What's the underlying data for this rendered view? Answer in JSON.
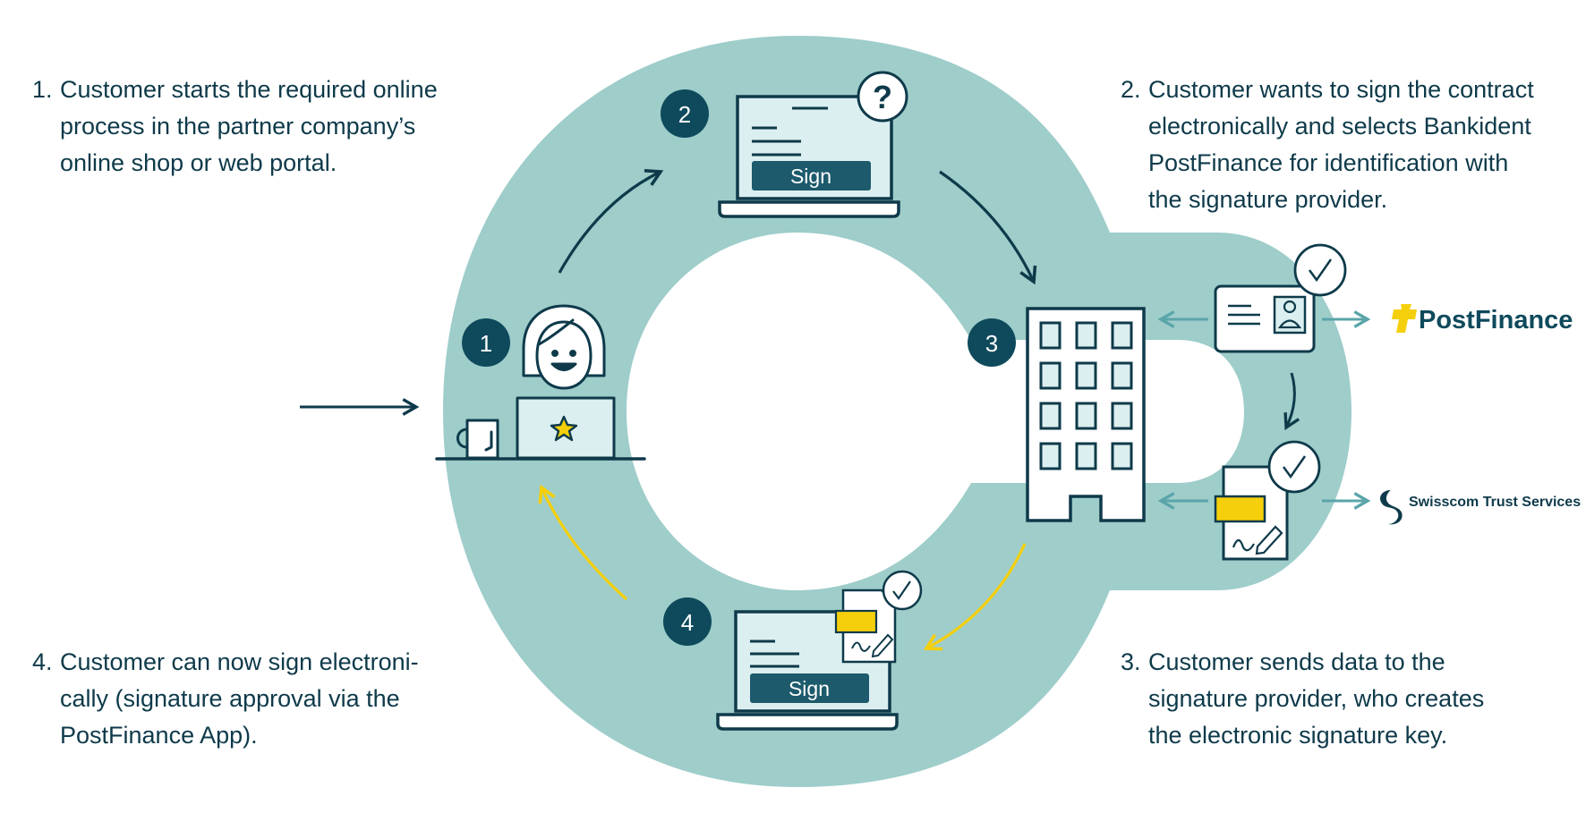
{
  "steps": [
    {
      "number": "1.",
      "text": "Customer starts the required online\nprocess in the partner company’s\nonline shop or web portal."
    },
    {
      "number": "2.",
      "text": "Customer wants to sign the contract\nelectronically and selects Bankident\nPostFinance for identification with\nthe signature provider."
    },
    {
      "number": "3.",
      "text": "Customer sends data to the\nsignature provider, who creates\nthe electronic signature key."
    },
    {
      "number": "4.",
      "text": "Customer can now sign electroni-\ncally (signature approval via the\nPostFinance App)."
    }
  ],
  "badges": {
    "b1": "1",
    "b2": "2",
    "b3": "3",
    "b4": "4"
  },
  "sign_label_top": "Sign",
  "sign_label_bottom": "Sign",
  "question_mark": "?",
  "postfinance_label": "PostFinance",
  "swisscom_label": "Swisscom Trust Services",
  "colors": {
    "ring": "#9ecdca",
    "navy": "#0e3a4a",
    "teal_badge": "#0e4a5c",
    "screen": "#dceff0",
    "sign_button": "#1c5a6c",
    "yellow": "#f5cf0b",
    "arrow_teal": "#5aa5a9"
  }
}
